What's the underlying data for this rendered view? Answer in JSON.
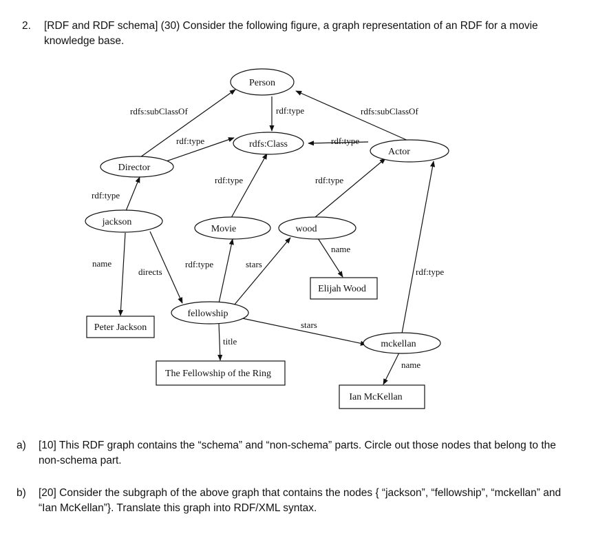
{
  "question": {
    "number": "2.",
    "text": "[RDF and RDF schema] (30) Consider the following figure, a graph representation of an RDF for a movie knowledge base."
  },
  "nodes": {
    "person": "Person",
    "rdfs_class": "rdfs:Class",
    "actor": "Actor",
    "director": "Director",
    "jackson": "jackson",
    "movie": "Movie",
    "wood": "wood",
    "elijah_wood": "Elijah Wood",
    "peter_jackson": "Peter Jackson",
    "fellowship": "fellowship",
    "mckellan": "mckellan",
    "fellowship_title": "The Fellowship of the Ring",
    "ian_mckellan": "Ian McKellan"
  },
  "edge_labels": {
    "director_subclass": "rdfs:subClassOf",
    "person_type": "rdf:type",
    "actor_subclass": "rdfs:subClassOf",
    "director_type": "rdf:type",
    "actor_type": "rdf:type",
    "movie_type": "rdf:type",
    "wood_type": "rdf:type",
    "jackson_type": "rdf:type",
    "jackson_name": "name",
    "jackson_directs": "directs",
    "fellowship_type": "rdf:type",
    "fellowship_stars_wood": "stars",
    "wood_name": "name",
    "mckellan_type": "rdf:type",
    "fellowship_stars_mckellan": "stars",
    "fellowship_title": "title",
    "mckellan_name": "name"
  },
  "parts": [
    {
      "label": "a)",
      "text": "[10] This RDF graph contains the “schema” and “non-schema” parts.  Circle out those nodes that belong to the non-schema part."
    },
    {
      "label": "b)",
      "text": "[20] Consider the subgraph of the above graph that contains the nodes { “jackson”, “fellowship”, “mckellan” and “Ian McKellan”}.  Translate this graph into RDF/XML syntax."
    }
  ]
}
